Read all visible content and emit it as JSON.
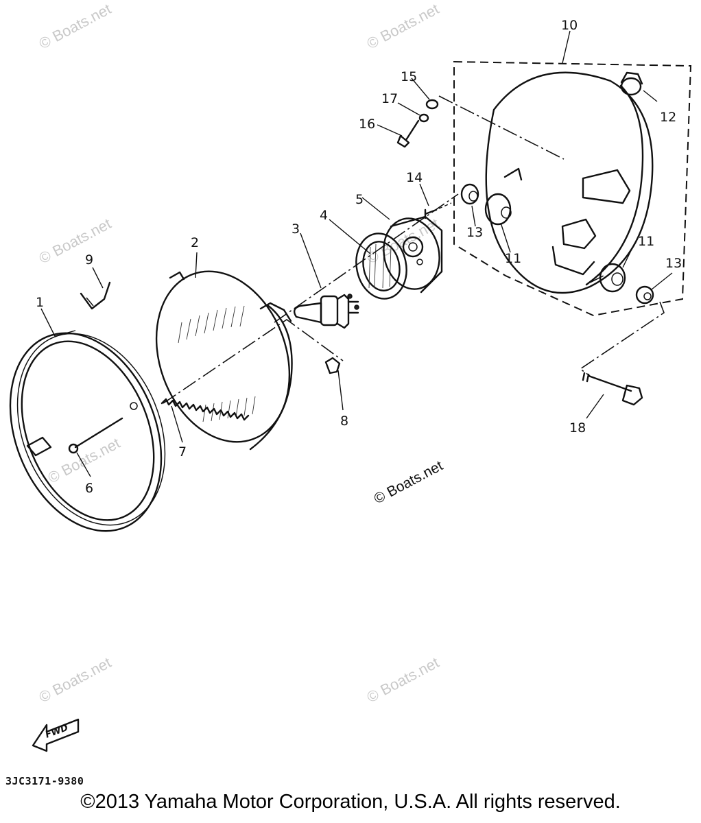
{
  "diagram": {
    "callouts": [
      "1",
      "2",
      "3",
      "4",
      "5",
      "6",
      "7",
      "8",
      "9",
      "10",
      "11",
      "11",
      "12",
      "13",
      "13",
      "14",
      "15",
      "16",
      "17",
      "18"
    ],
    "watermark": "© Boats.net",
    "fwd_label": "FWD",
    "code": "3JC3171-9380"
  },
  "footer": {
    "copyright": "©2013 Yamaha Motor Corporation, U.S.A. All rights reserved."
  }
}
